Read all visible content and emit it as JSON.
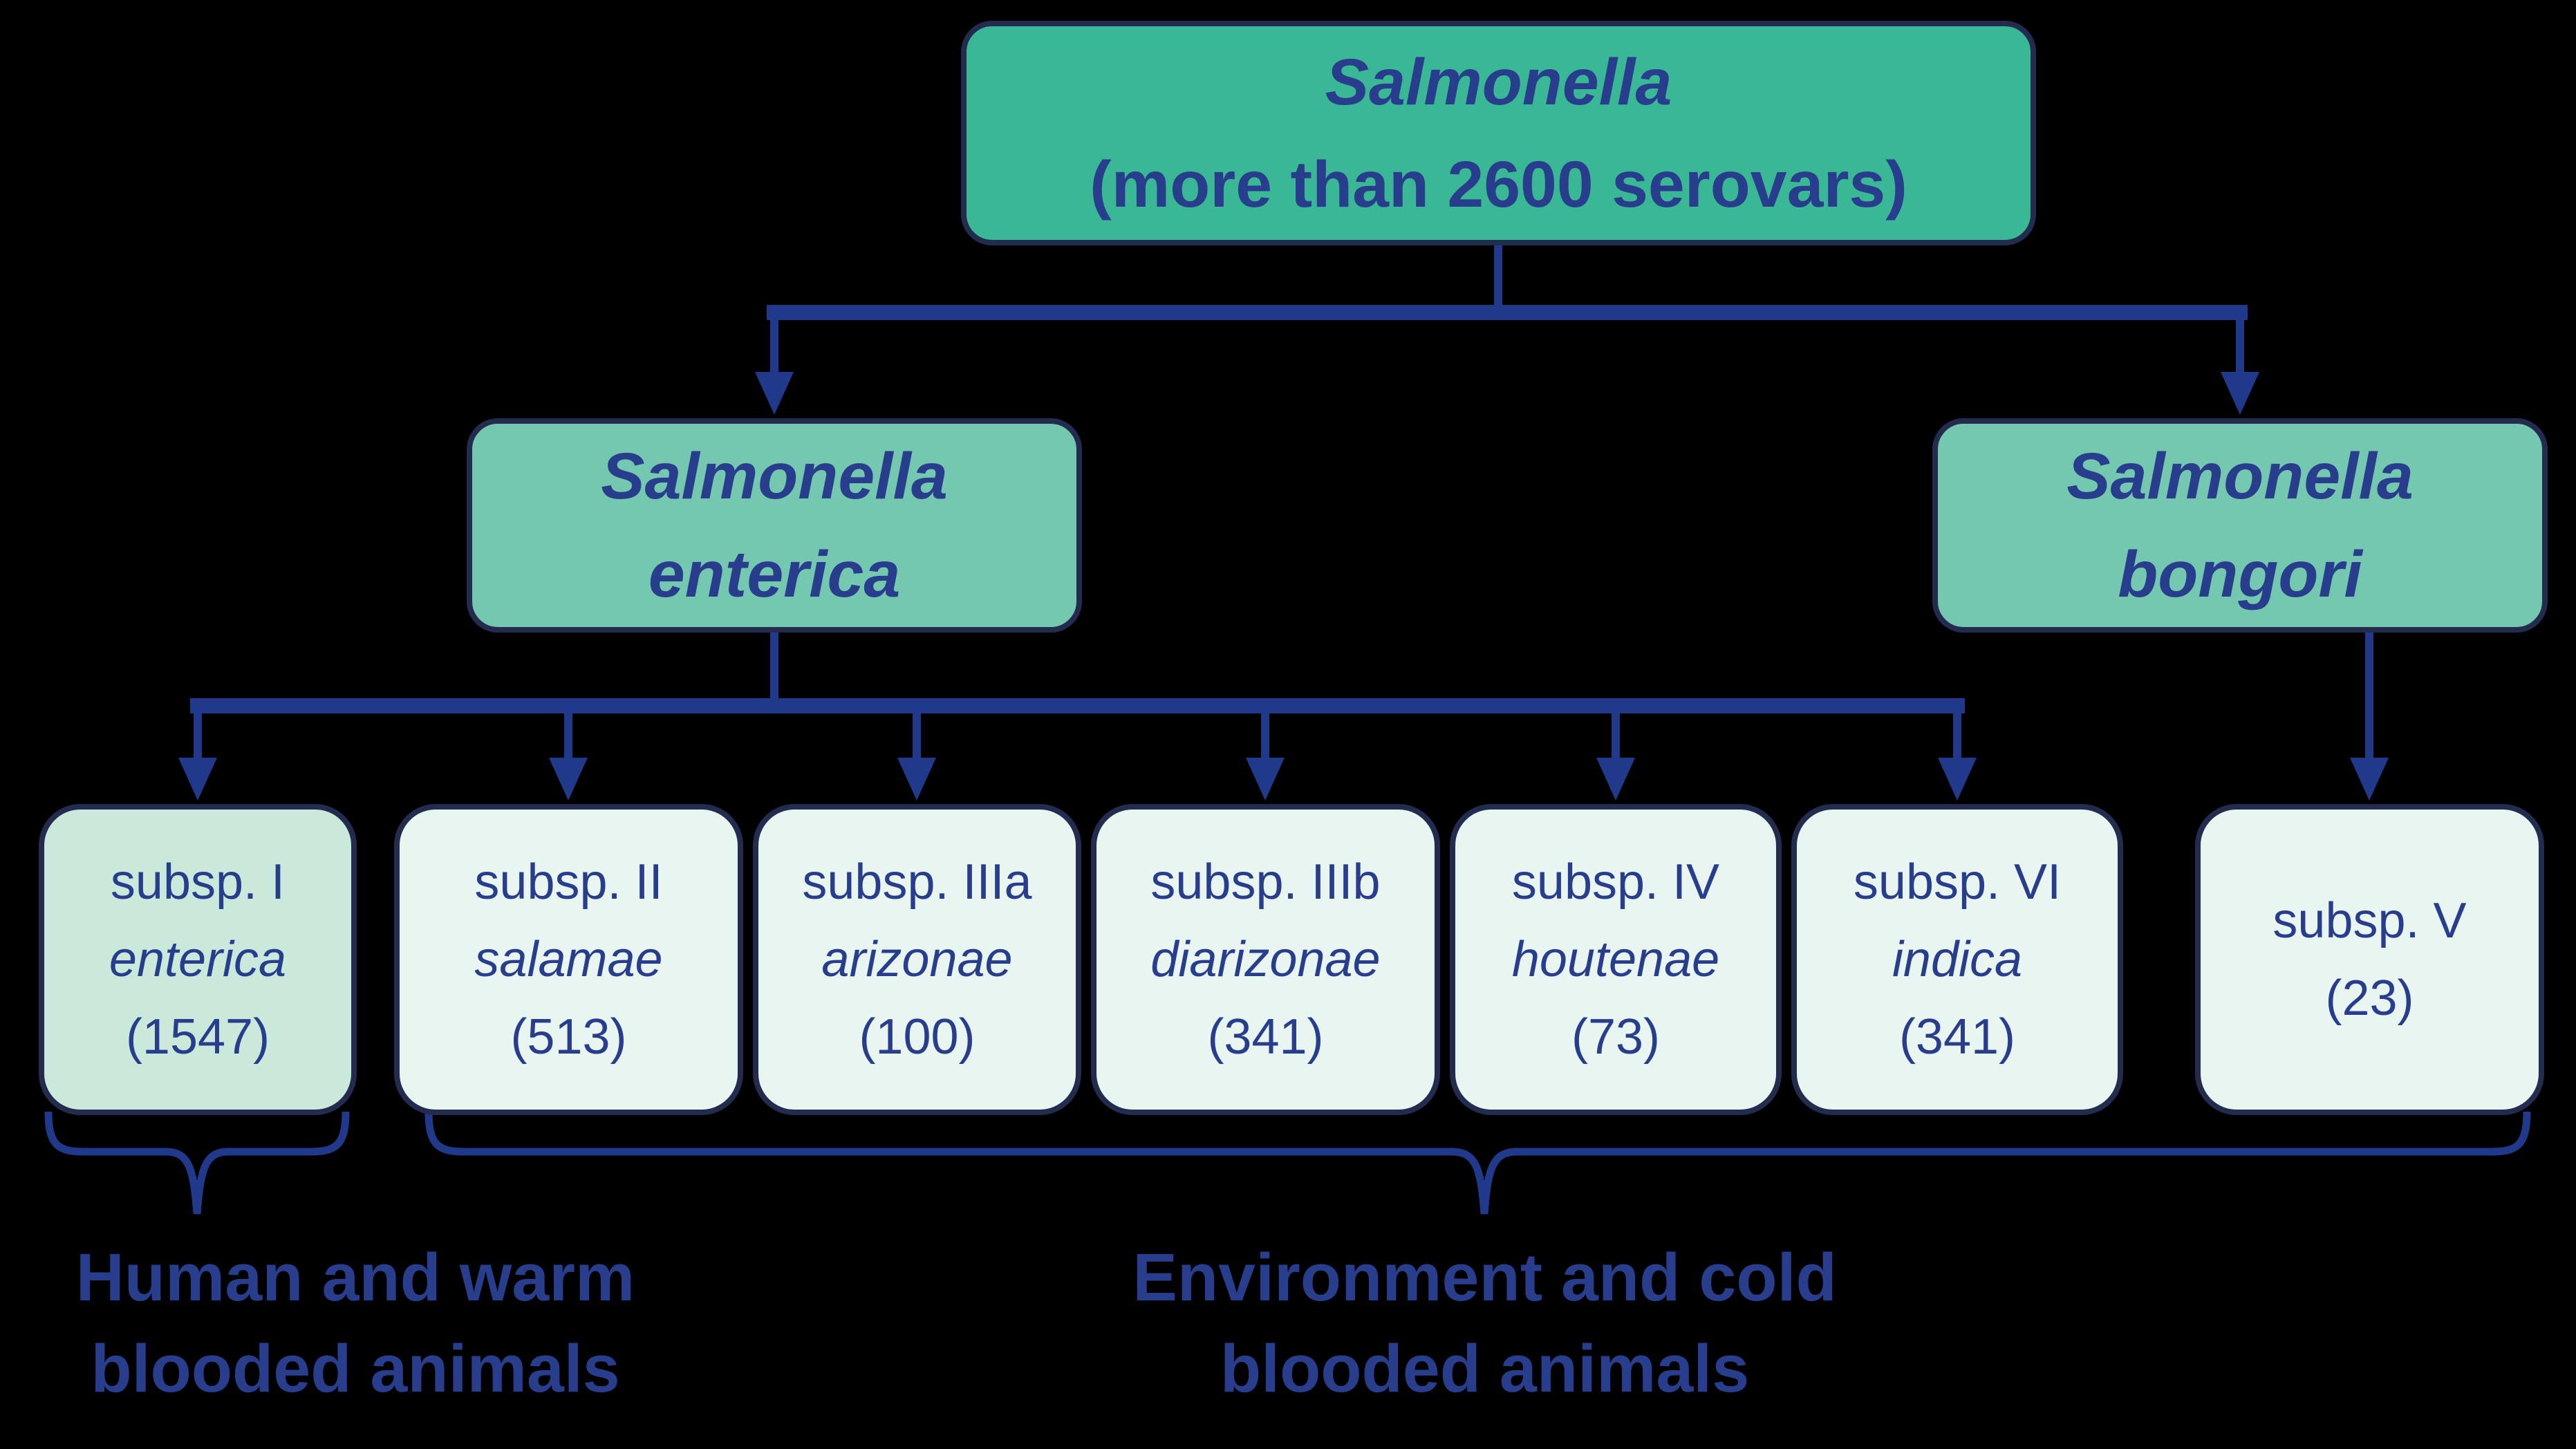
{
  "colors": {
    "background": "#000000",
    "line": "#21398A",
    "border": "#232C4E",
    "text": "#283E8D",
    "root-fill": "#3AB795",
    "species-fill": "#74C8AF",
    "subsp-highlight-fill": "#CBE9DB",
    "subsp-fill": "#E9F5F0"
  },
  "root": {
    "name": "Salmonella",
    "note": "(more than 2600 serovars)"
  },
  "species": {
    "enterica": {
      "line1": "Salmonella",
      "line2": "enterica"
    },
    "bongori": {
      "line1": "Salmonella",
      "line2": "bongori"
    }
  },
  "subspecies": [
    {
      "rank": "subsp. I",
      "name": "enterica",
      "count": "(1547)"
    },
    {
      "rank": "subsp. II",
      "name": "salamae",
      "count": "(513)"
    },
    {
      "rank": "subsp. IIIa",
      "name": "arizonae",
      "count": "(100)"
    },
    {
      "rank": "subsp. IIIb",
      "name": "diarizonae",
      "count": "(341)"
    },
    {
      "rank": "subsp. IV",
      "name": "houtenae",
      "count": "(73)"
    },
    {
      "rank": "subsp. VI",
      "name": "indica",
      "count": "(341)"
    },
    {
      "rank": "subsp. V",
      "count": "(23)"
    }
  ],
  "groups": {
    "warm": {
      "line1": "Human and warm",
      "line2": "blooded animals"
    },
    "cold": {
      "line1": "Environment and cold",
      "line2": "blooded animals"
    }
  }
}
